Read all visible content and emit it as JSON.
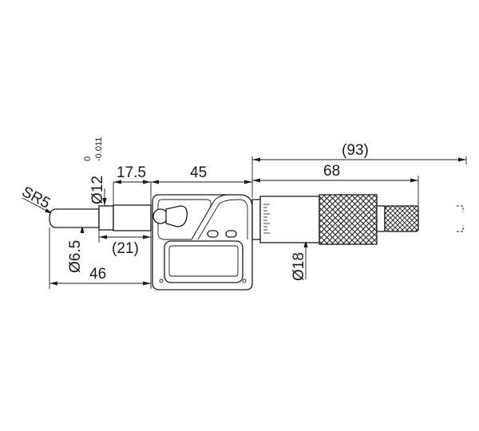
{
  "dimensions": {
    "total_length": "(93)",
    "thimble_length": "68",
    "spindle_length": "17.5",
    "body_length": "45",
    "overall_front": "46",
    "stem_length": "(21)",
    "ball_radius": "SR5",
    "spindle_diameter": "Ø6.5",
    "stem_diameter": "Ø12",
    "stem_tol_upper": "0",
    "stem_tol_lower": "-0.011",
    "thimble_diameter": "Ø18"
  },
  "colors": {
    "line": "#1a1a1a",
    "background": "#ffffff"
  }
}
